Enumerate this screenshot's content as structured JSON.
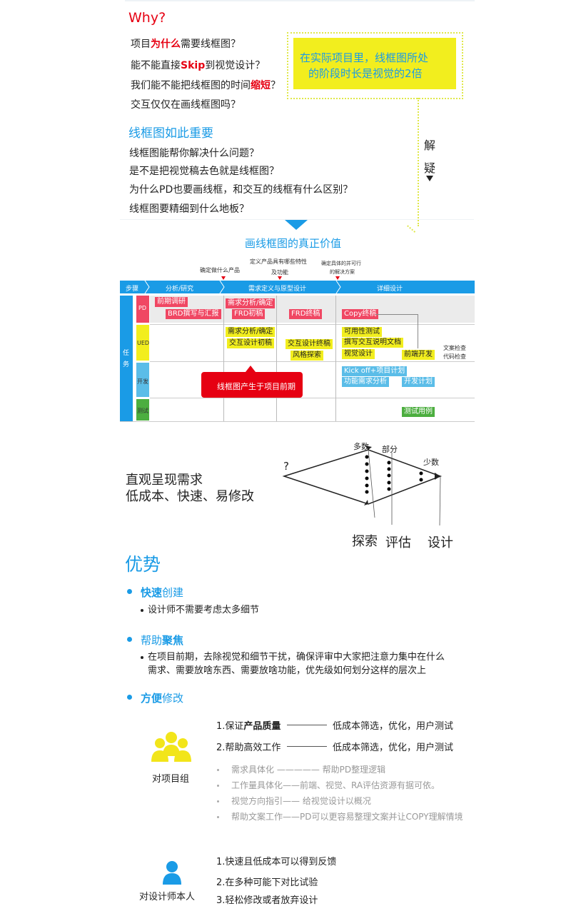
{
  "why": {
    "title": "Why?",
    "q1_pre": "项目",
    "q1_red": "为什么",
    "q1_post": "需要线框图？",
    "q2_pre": "能不能直接",
    "q2_red": "Skip",
    "q2_post": "到视觉设计？",
    "q3_pre": "我们能不能把线框图的时间",
    "q3_red": "缩短",
    "q3_post": "？",
    "q4": "交互仅仅在画线框图吗？"
  },
  "callout": {
    "line1": "在实际项目里，线框图所处",
    "line2": "的阶段时长是视觉的2倍"
  },
  "important": {
    "title": "线框图如此重要",
    "items": [
      "线框图能帮你解决什么问题？",
      "是不是把视觉稿去色就是线框图？",
      "为什么PD也要画线框，和交互的线框有什么区别？",
      "线框图要精细到什么地板？"
    ]
  },
  "side_label": {
    "c1": "解",
    "c2": "疑"
  },
  "value": {
    "title": "画线框图的真正价值",
    "notes": [
      "确定做什么产品",
      "定义产品具有哪些特性",
      "及功能",
      "确定具体的并可行",
      "的解决方案"
    ],
    "steps": [
      "步骤",
      "分析/研究",
      "需求定义与原型设计",
      "详细设计"
    ],
    "roles_label": [
      "任",
      "务"
    ],
    "roles": [
      "PD",
      "UED",
      "开发",
      "测试"
    ],
    "pd_tags": [
      "前期调研",
      "BRD撰写与汇报",
      "需求分析/确定",
      "FRD初稿",
      "FRD终稿",
      "Copy终稿"
    ],
    "ued_tags": [
      "需求分析/确定",
      "交互设计初稿",
      "交互设计终稿",
      "风格探索",
      "可用性测试",
      "撰写交互说明文档",
      "视觉设计",
      "前端开发"
    ],
    "ued_side": [
      "文案检查",
      "代码检查"
    ],
    "dev_tags": [
      "Kick off+项目计划",
      "功能需求分析",
      "开发计划"
    ],
    "test_tags": [
      "测试用例"
    ],
    "red_note": "线框图产生于项目前期"
  },
  "diamond": {
    "left1": "直观呈现需求",
    "left2": "低成本、快速、易修改",
    "q": "?",
    "top": [
      "多数",
      "部分",
      "少数"
    ],
    "bottom": [
      "探索",
      "评估",
      "设计"
    ]
  },
  "advantages": {
    "title": "优势",
    "a1_bold": "快速",
    "a1_rest": "创建",
    "a1_p": "设计师不需要考虑太多细节",
    "a2_pre": "帮助",
    "a2_bold": "聚焦",
    "a2_p1": "在项目前期，去除视觉和细节干扰，确保评审中大家把注意力集中在什么",
    "a2_p2": "需求、需要放啥东西、需要放啥功能，优先级如何划分这样的层次上",
    "a3_bold": "方便",
    "a3_rest": "修改"
  },
  "team": {
    "label": "对项目组",
    "i1_pre": "1.保证",
    "i1_bold": "产品质量",
    "i1_right": "低成本筛选，优化，用户测试",
    "i2": "2.帮助高效工作",
    "i2_right": "低成本筛选，优化，用户测试",
    "gray": [
      "需求具体化 ————— 帮助PD整理逻辑",
      "工作量具体化——前端、视觉、RA评估资源有据可依。",
      "视觉方向指引—— 给视觉设计以概况",
      "帮助文案工作——PD可以更容易整理文案并让COPY理解情境"
    ]
  },
  "designer": {
    "label": "对设计师本人",
    "items": [
      "1.快速且低成本可以得到反馈",
      "2.在多种可能下对比试验",
      "3.轻松修改或者放弃设计"
    ]
  },
  "colors": {
    "accent": "#1a9be6",
    "red": "#e60012",
    "yellow": "#f2ee1e"
  }
}
